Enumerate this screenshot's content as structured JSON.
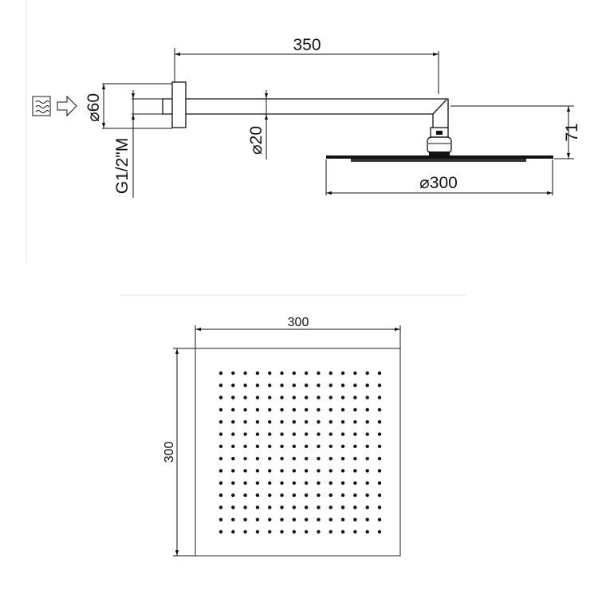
{
  "side_view": {
    "arm_length": "350",
    "flange_diameter": "⌀60",
    "arm_diameter": "⌀20",
    "thread": "G1/2\"M",
    "head_height": "71",
    "head_diameter": "⌀300",
    "icons": [
      "water-supply-icon",
      "arrow-right-icon"
    ]
  },
  "top_view": {
    "width": "300",
    "height": "300",
    "nozzle_grid": {
      "columns": 14,
      "rows": 14
    }
  },
  "colors": {
    "line": "#111111",
    "divider": "#e6e6e6"
  }
}
